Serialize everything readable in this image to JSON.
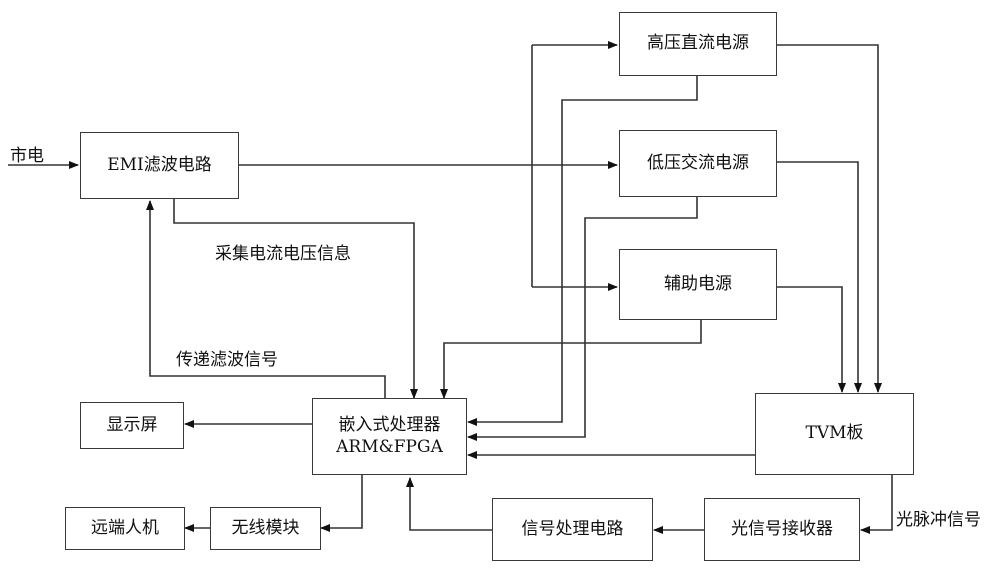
{
  "blocks": {
    "hv_dc": "高压直流电源",
    "emi": "EMI滤波电路",
    "lv_ac": "低压交流电源",
    "aux": "辅助电源",
    "cpu_line1": "嵌入式处理器",
    "cpu_line2": "ARM&FPGA",
    "display": "显示屏",
    "tvm": "TVM板",
    "remote": "远端人机",
    "wireless": "无线模块",
    "signal_proc": "信号处理电路",
    "optical_rx": "光信号接收器"
  },
  "labels": {
    "mains": "市电",
    "collect": "采集电流电压信息",
    "transfer": "传递滤波信号",
    "optical_pulse": "光脉冲信号"
  }
}
